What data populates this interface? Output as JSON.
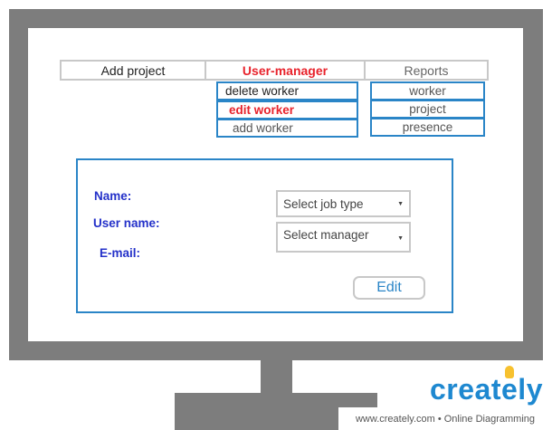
{
  "menu": {
    "add_project": "Add project",
    "user_manager": "User-manager",
    "reports": "Reports"
  },
  "user_manager_submenu": [
    "delete worker",
    "edit worker",
    "add worker"
  ],
  "reports_submenu": [
    "worker",
    "project",
    "presence"
  ],
  "form": {
    "name_label": "Name:",
    "username_label": "User name:",
    "email_label": "E-mail:",
    "job_type_select": "Select job type",
    "manager_select": "Select manager",
    "edit_button": "Edit"
  },
  "branding": {
    "logo_text": "creately",
    "footer_text": "www.creately.com • Online Diagramming"
  },
  "colors": {
    "monitor": "#7d7d7d",
    "accent_blue": "#2a85c7",
    "label_blue": "#2431c9",
    "highlight_red": "#e8232c"
  }
}
